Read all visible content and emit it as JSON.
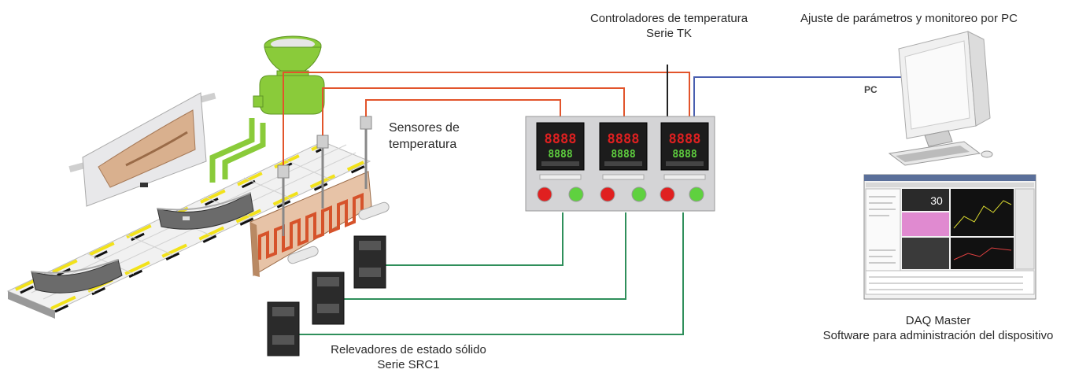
{
  "labels": {
    "controllers_title": "Controladores de temperatura",
    "controllers_series": "Serie TK",
    "pc_monitoring": "Ajuste de parámetros y monitoreo por PC",
    "pc_tag": "PC",
    "sensors_line1": "Sensores de",
    "sensors_line2": "temperatura",
    "relays_title": "Relevadores de estado sólido",
    "relays_series": "Serie SRC1",
    "daq_title": "DAQ Master",
    "daq_subtitle": "Software para administración del dispositivo"
  },
  "controller_display": {
    "pv": "8888",
    "sv": "8888"
  },
  "screen_value": "30",
  "colors": {
    "wire_red": "#e2542b",
    "wire_green": "#2f8f5b",
    "wire_blue": "#4a5fb0",
    "wire_black": "#222222",
    "panel": "#d4d4d6",
    "hopper_green": "#8acb3a",
    "heater_copper": "#c97a4d",
    "led_red": "#e02020",
    "led_green": "#5fd13f"
  }
}
